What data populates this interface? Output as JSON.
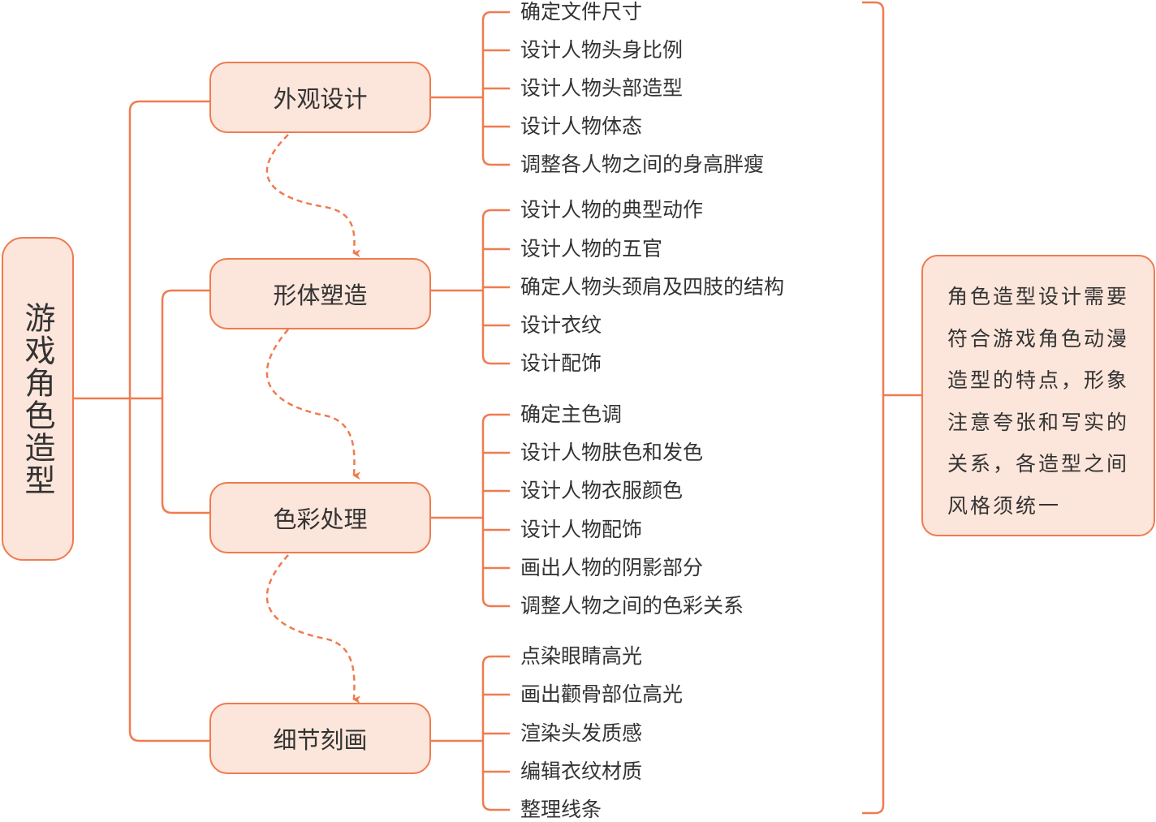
{
  "root": "游戏角色造型",
  "colors": {
    "stroke": "#ef7b50",
    "fill": "#fce5da",
    "text": "#333333"
  },
  "branches": [
    {
      "label": "外观设计",
      "items": [
        "确定文件尺寸",
        "设计人物头身比例",
        "设计人物头部造型",
        "设计人物体态",
        "调整各人物之间的身高胖瘦"
      ]
    },
    {
      "label": "形体塑造",
      "items": [
        "设计人物的典型动作",
        "设计人物的五官",
        "确定人物头颈肩及四肢的结构",
        "设计衣纹",
        "设计配饰"
      ]
    },
    {
      "label": "色彩处理",
      "items": [
        "确定主色调",
        "设计人物肤色和发色",
        "设计人物衣服颜色",
        "设计人物配饰",
        "画出人物的阴影部分",
        "调整人物之间的色彩关系"
      ]
    },
    {
      "label": "细节刻画",
      "items": [
        "点染眼睛高光",
        "画出颧骨部位高光",
        "渲染头发质感",
        "编辑衣纹材质",
        "整理线条"
      ]
    }
  ],
  "note": {
    "lines": [
      "角色造型设计需要",
      "符合游戏角色动漫",
      "造型的特点，形象",
      "注意夸张和写实的",
      "关系，各造型之间",
      "风格须统一"
    ]
  }
}
